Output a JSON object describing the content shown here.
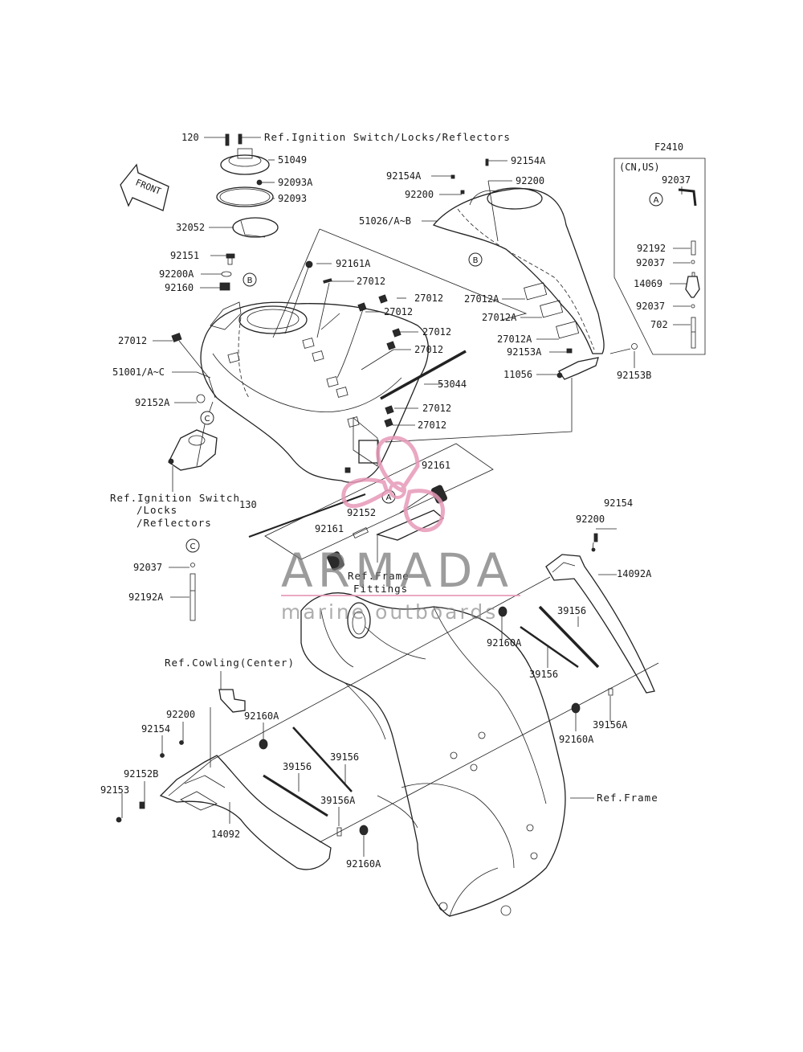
{
  "figure_code": "F2410",
  "front_arrow_label": "FRONT",
  "region_note": "(CN,US)",
  "callouts": {
    "a": "A",
    "b": "B",
    "c": "C"
  },
  "refs": {
    "ignition_top": "Ref.Ignition Switch/Locks/Reflectors",
    "ignition_left_line1": "Ref.Ignition Switch",
    "ignition_left_line2": "/Locks",
    "ignition_left_line3": "/Reflectors",
    "frame_fittings_line1": "Ref.Frame",
    "frame_fittings_line2": "Fittings",
    "cowling_center": "Ref.Cowling(Center)",
    "frame": "Ref.Frame"
  },
  "parts": {
    "p120": "120",
    "p51049": "51049",
    "p92093A": "92093A",
    "p92093": "92093",
    "p32052": "32052",
    "p92151": "92151",
    "p92200A": "92200A",
    "p92160": "92160",
    "p92161A": "92161A",
    "p27012_a": "27012",
    "p27012_b": "27012",
    "p27012_c": "27012",
    "p27012_d": "27012",
    "p27012_e": "27012",
    "p27012_f": "27012",
    "p27012_g": "27012",
    "p27012_h": "27012",
    "p51001": "51001/A~C",
    "p92152A": "92152A",
    "p53044": "53044",
    "p92154A_a": "92154A",
    "p92154A_b": "92154A",
    "p92200_a": "92200",
    "p92200_b": "92200",
    "p51026": "51026/A~B",
    "p27012A_a": "27012A",
    "p27012A_b": "27012A",
    "p27012A_c": "27012A",
    "p92153A": "92153A",
    "p11056": "11056",
    "p92153B": "92153B",
    "p92037_a": "92037",
    "p92192": "92192",
    "p92037_b": "92037",
    "p14069": "14069",
    "p92037_c": "92037",
    "p702": "702",
    "p92161_a": "92161",
    "p92161_b": "92161",
    "p92152": "92152",
    "p130": "130",
    "p92037_d": "92037",
    "p92192A": "92192A",
    "p92154_a": "92154",
    "p92200_c": "92200",
    "p14092A": "14092A",
    "p39156_a": "39156",
    "p92160A_a": "92160A",
    "p39156_b": "39156",
    "p39156A_a": "39156A",
    "p92160A_b": "92160A",
    "p92200_d": "92200",
    "p92154_b": "92154",
    "p92160A_c": "92160A",
    "p39156_c": "39156",
    "p39156_d": "39156",
    "p92152B": "92152B",
    "p92153": "92153",
    "p39156A_b": "39156A",
    "p14092": "14092",
    "p92160A_d": "92160A"
  },
  "watermark": {
    "brand": "ARMADA",
    "tagline": "marine outboards"
  }
}
